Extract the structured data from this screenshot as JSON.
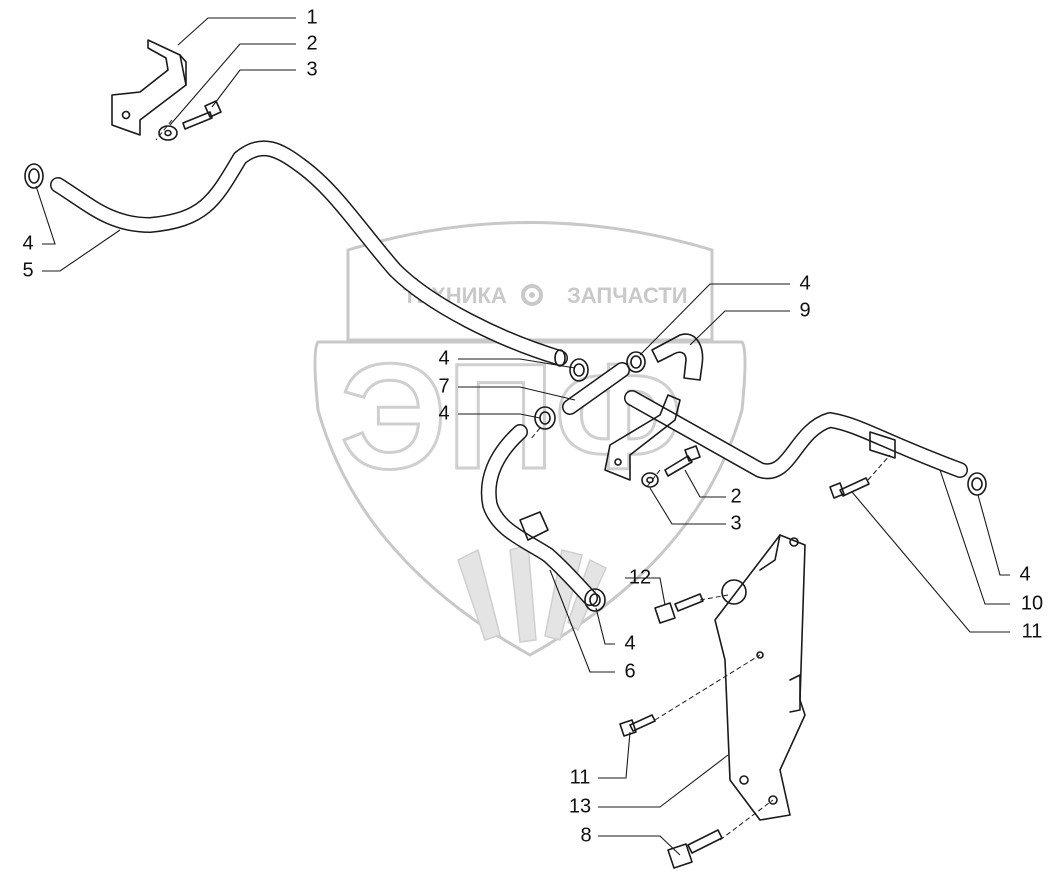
{
  "watermark": {
    "text_left": "ТЕХНИКА",
    "text_right": "ЗАПЧАСТИ",
    "logo_letters": "ЭПФ",
    "gear_icon": "gear-icon"
  },
  "callouts": [
    {
      "id": "c1",
      "label": "1"
    },
    {
      "id": "c2a",
      "label": "2"
    },
    {
      "id": "c3a",
      "label": "3"
    },
    {
      "id": "c4a",
      "label": "4"
    },
    {
      "id": "c5",
      "label": "5"
    },
    {
      "id": "c4b",
      "label": "4"
    },
    {
      "id": "c9",
      "label": "9"
    },
    {
      "id": "c4c",
      "label": "4"
    },
    {
      "id": "c7",
      "label": "7"
    },
    {
      "id": "c4d",
      "label": "4"
    },
    {
      "id": "c2b",
      "label": "2"
    },
    {
      "id": "c3b",
      "label": "3"
    },
    {
      "id": "c12",
      "label": "12"
    },
    {
      "id": "c4e",
      "label": "4"
    },
    {
      "id": "c6",
      "label": "6"
    },
    {
      "id": "c4f",
      "label": "4"
    },
    {
      "id": "c10",
      "label": "10"
    },
    {
      "id": "c11a",
      "label": "11"
    },
    {
      "id": "c11b",
      "label": "11"
    },
    {
      "id": "c13",
      "label": "13"
    },
    {
      "id": "c8",
      "label": "8"
    }
  ]
}
